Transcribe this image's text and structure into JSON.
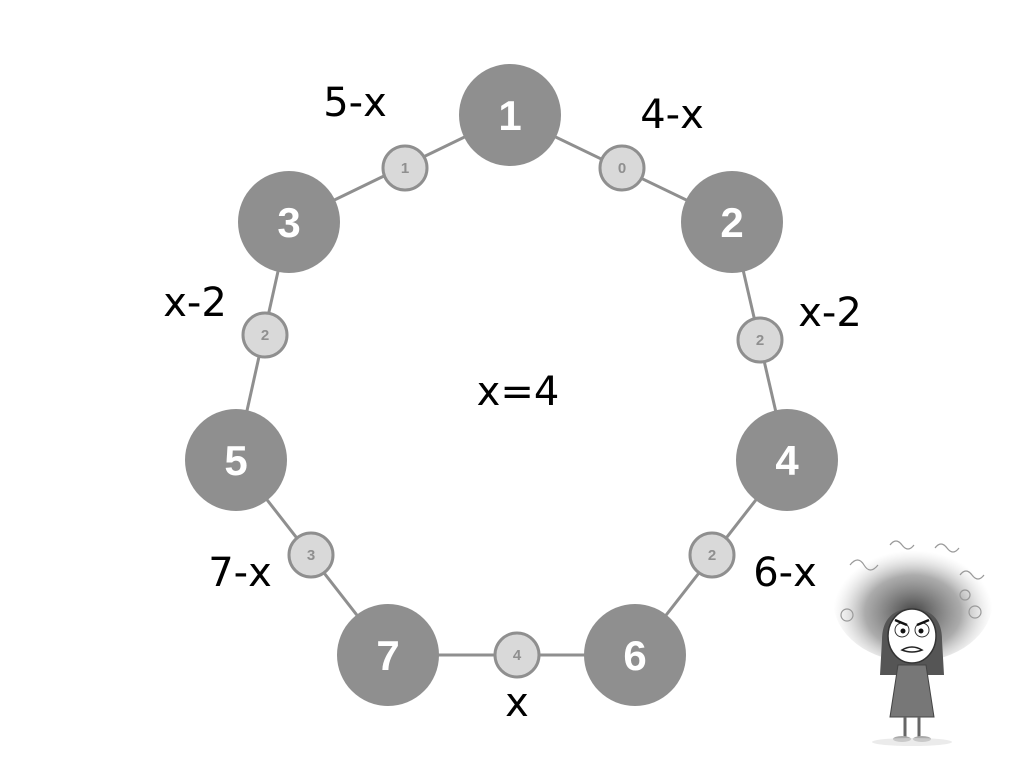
{
  "colors": {
    "node_fill": "#8f8f8f",
    "weight_fill": "#d9d9d9",
    "edge": "#8f8f8f",
    "text": "#000000"
  },
  "center_label": "x=4",
  "nodes": [
    "1",
    "2",
    "4",
    "6",
    "7",
    "5",
    "3"
  ],
  "edges": [
    {
      "from": "1",
      "to": "2",
      "weight": "0",
      "expression": "4-x"
    },
    {
      "from": "2",
      "to": "4",
      "weight": "2",
      "expression": "x-2"
    },
    {
      "from": "4",
      "to": "6",
      "weight": "2",
      "expression": "6-x"
    },
    {
      "from": "6",
      "to": "7",
      "weight": "4",
      "expression": "x"
    },
    {
      "from": "7",
      "to": "5",
      "weight": "3",
      "expression": "7-x"
    },
    {
      "from": "5",
      "to": "3",
      "weight": "2",
      "expression": "x-2"
    },
    {
      "from": "3",
      "to": "1",
      "weight": "1",
      "expression": "5-x"
    }
  ],
  "illustration": "frustrated-girl"
}
